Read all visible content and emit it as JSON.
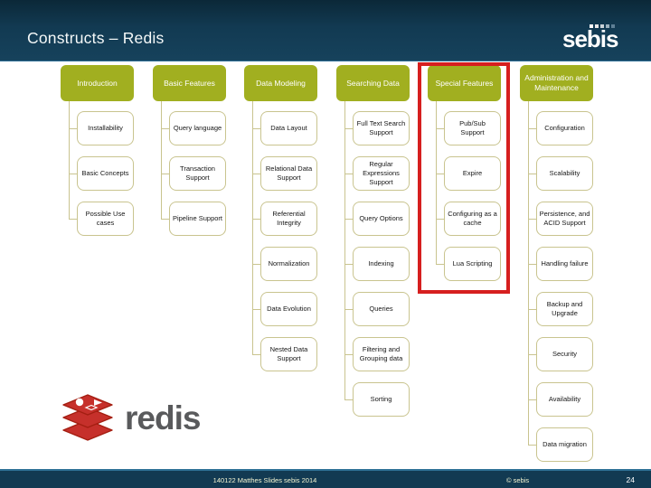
{
  "slide": {
    "title": "Constructs – Redis",
    "footer_text": "140122  Matthes Slides sebis 2014",
    "copyright": "© sebis",
    "page_number": "24"
  },
  "brand": {
    "logo_text": "sebis"
  },
  "redis_logo": {
    "text": "redis"
  },
  "colors": {
    "navy": "#123a52",
    "green": "#a1af20",
    "line_khaki": "#c9c48f",
    "highlight_red": "#d61f1f",
    "redis_red": "#c6302b",
    "redis_red_dark": "#a41e11",
    "footer_text": "#f6f6d2"
  },
  "diagram": {
    "columns": [
      {
        "header": "Introduction",
        "highlighted": false,
        "items": [
          "Installability",
          "Basic Concepts",
          "Possible Use cases"
        ]
      },
      {
        "header": "Basic Features",
        "highlighted": false,
        "items": [
          "Query language",
          "Transaction Support",
          "Pipeline Support"
        ]
      },
      {
        "header": "Data Modeling",
        "highlighted": false,
        "items": [
          "Data Layout",
          "Relational Data Support",
          "Referential Integrity",
          "Normalization",
          "Data Evolution",
          "Nested Data Support"
        ]
      },
      {
        "header": "Searching Data",
        "highlighted": false,
        "items": [
          "Full Text Search Support",
          "Regular Expressions Support",
          "Query Options",
          "Indexing",
          "Queries",
          "Filtering and Grouping data",
          "Sorting"
        ]
      },
      {
        "header": "Special Features",
        "highlighted": true,
        "items": [
          "Pub/Sub Support",
          "Expire",
          "Configuring as a cache",
          "Lua Scripting"
        ]
      },
      {
        "header": "Administration and Maintenance",
        "highlighted": false,
        "items": [
          "Configuration",
          "Scalability",
          "Persistence, and ACID Support",
          "Handling failure",
          "Backup and Upgrade",
          "Security",
          "Availability",
          "Data migration"
        ]
      }
    ]
  }
}
